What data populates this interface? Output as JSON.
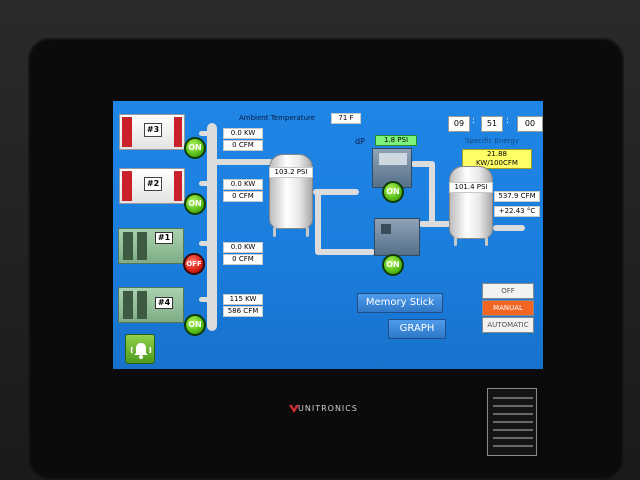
{
  "brand": "UNITRONICS",
  "header": {
    "ambient_label": "Ambient Temperature",
    "ambient_value": "71 F",
    "dp_label": "dP",
    "dp_value": "1.8 PSI",
    "specific_label": "Specific Energy",
    "specific_value": "21.88 KW/100CFM"
  },
  "clock": {
    "hh": "09",
    "mm": "51",
    "ss": "00"
  },
  "compressors": [
    {
      "id": "#3",
      "status": "ON",
      "kw": "0.0 KW",
      "cfm": "0 CFM"
    },
    {
      "id": "#2",
      "status": "ON",
      "kw": "0.0 KW",
      "cfm": "0 CFM"
    },
    {
      "id": "#1",
      "status": "OFF",
      "kw": "0.0 KW",
      "cfm": "0 CFM"
    },
    {
      "id": "#4",
      "status": "ON",
      "kw": "115 KW",
      "cfm": "586 CFM"
    }
  ],
  "wet_tank": {
    "pressure": "103.2 PSI"
  },
  "dryers": [
    {
      "status": "ON"
    },
    {
      "status": "ON"
    }
  ],
  "dry_tank": {
    "pressure": "101.4 PSI",
    "flow": "537.9 CFM",
    "dewpoint": "+22.43 °C"
  },
  "buttons": {
    "memory": "Memory Stick",
    "graph": "GRAPH"
  },
  "mode": {
    "off": "OFF",
    "manual": "MANUAL",
    "automatic": "AUTOMATIC",
    "selected": "MANUAL"
  },
  "colors": {
    "screen": "#1f86e6",
    "on": "#5cc21b",
    "off": "#e0241a",
    "manual": "#f26522",
    "highlight": "#ffff66"
  }
}
